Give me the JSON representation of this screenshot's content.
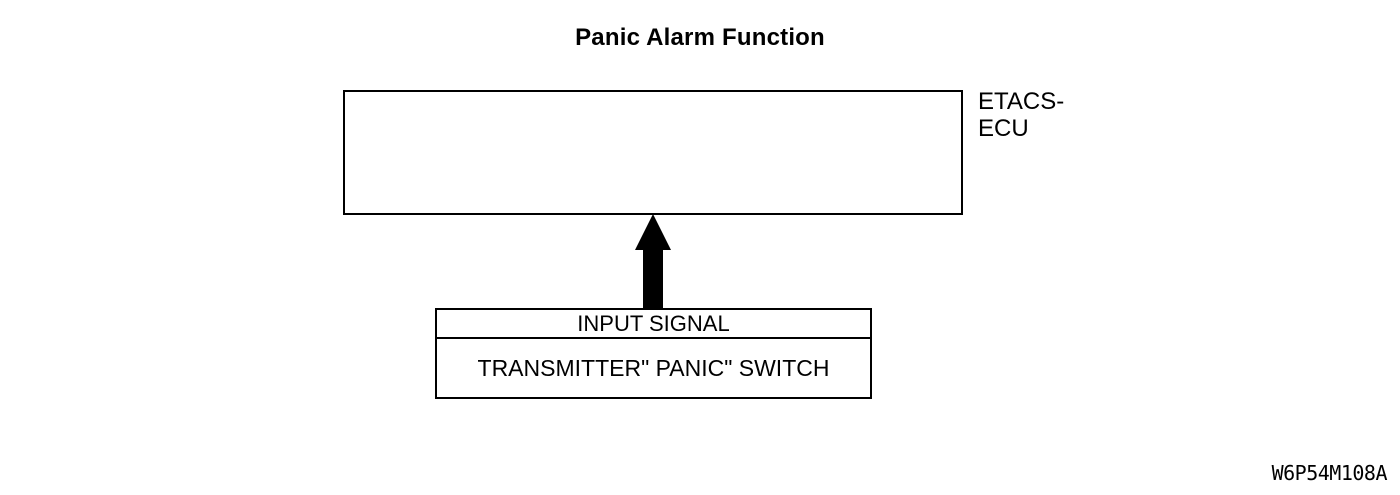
{
  "title": "Panic Alarm Function",
  "ecu": {
    "label": "ETACS-\nECU"
  },
  "signal_box": {
    "header": "INPUT SIGNAL",
    "source": "TRANSMITTER\" PANIC\" SWITCH"
  },
  "figure_code": "W6P54M108A",
  "colors": {
    "ink": "#000000",
    "background": "#ffffff"
  }
}
